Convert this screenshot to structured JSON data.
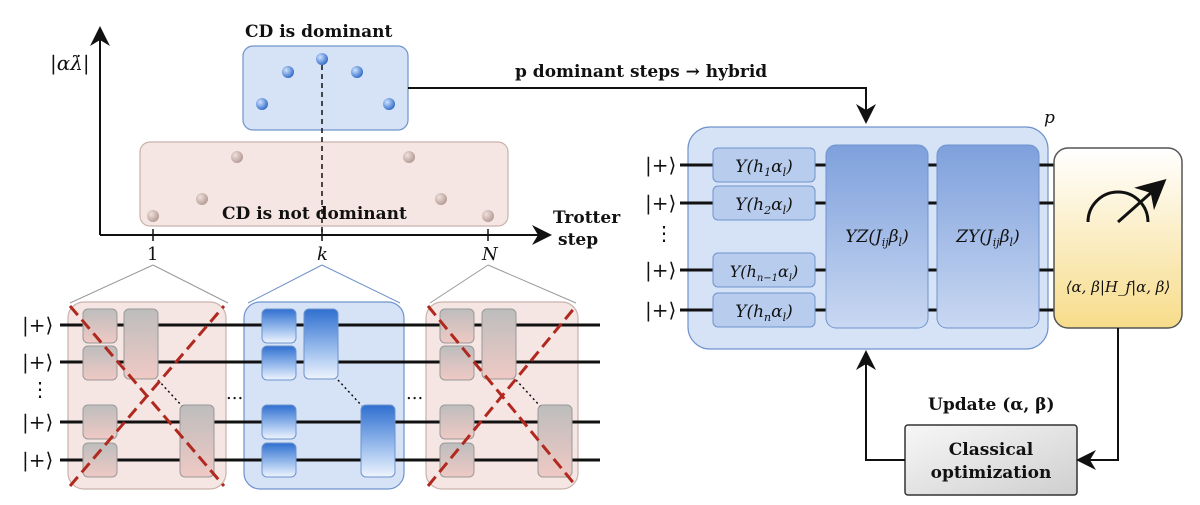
{
  "top_plot": {
    "y_axis_label": "|αλ̇|",
    "x_axis_label_line1": "Trotter",
    "x_axis_label_line2": "step",
    "tick_first": "1",
    "tick_mid": "k",
    "tick_last": "N",
    "cd_dominant_label": "CD is dominant",
    "cd_not_dominant_label": "CD is not dominant"
  },
  "arrow_label": "p dominant steps → hybrid",
  "qaoa": {
    "repeat_label": "p",
    "qubit_labels": [
      "|+⟩",
      "|+⟩",
      "⋮",
      "|+⟩",
      "|+⟩"
    ],
    "y_gates": [
      {
        "base": "Y(h",
        "sub": "1",
        "rest": "α",
        "sub2": "l",
        "end": ")"
      },
      {
        "base": "Y(h",
        "sub": "2",
        "rest": "α",
        "sub2": "l",
        "end": ")"
      },
      {
        "base": "Y(h",
        "sub": "n−1",
        "rest": "α",
        "sub2": "l",
        "end": ")"
      },
      {
        "base": "Y(h",
        "sub": "n",
        "rest": "α",
        "sub2": "l",
        "end": ")"
      }
    ],
    "yz_gate": {
      "base": "YZ(J",
      "sub": "ij",
      "rest": "β",
      "sub2": "l",
      "end": ")"
    },
    "zy_gate": {
      "base": "ZY(J",
      "sub": "ij",
      "rest": "β",
      "sub2": "l",
      "end": ")"
    },
    "measurement_label": "⟨α, β|H_f|α, β⟩"
  },
  "update_label": "Update (α, β)",
  "classical_box": {
    "line1": "Classical",
    "line2": "optimization"
  },
  "lower_circuits": {
    "qubit_labels": [
      "|+⟩",
      "|+⟩",
      "⋮",
      "|+⟩",
      "|+⟩"
    ],
    "separator": "..."
  },
  "colors": {
    "blue_fill": "#d6e3f7",
    "blue_stroke": "#6f93cc",
    "pink_fill": "#f6e6e3",
    "pink_stroke": "#c9b2ac",
    "gate_blue": "#7c9ed9",
    "measure_yellow": "#fbe7a6",
    "red_cross": "#b0281e"
  }
}
